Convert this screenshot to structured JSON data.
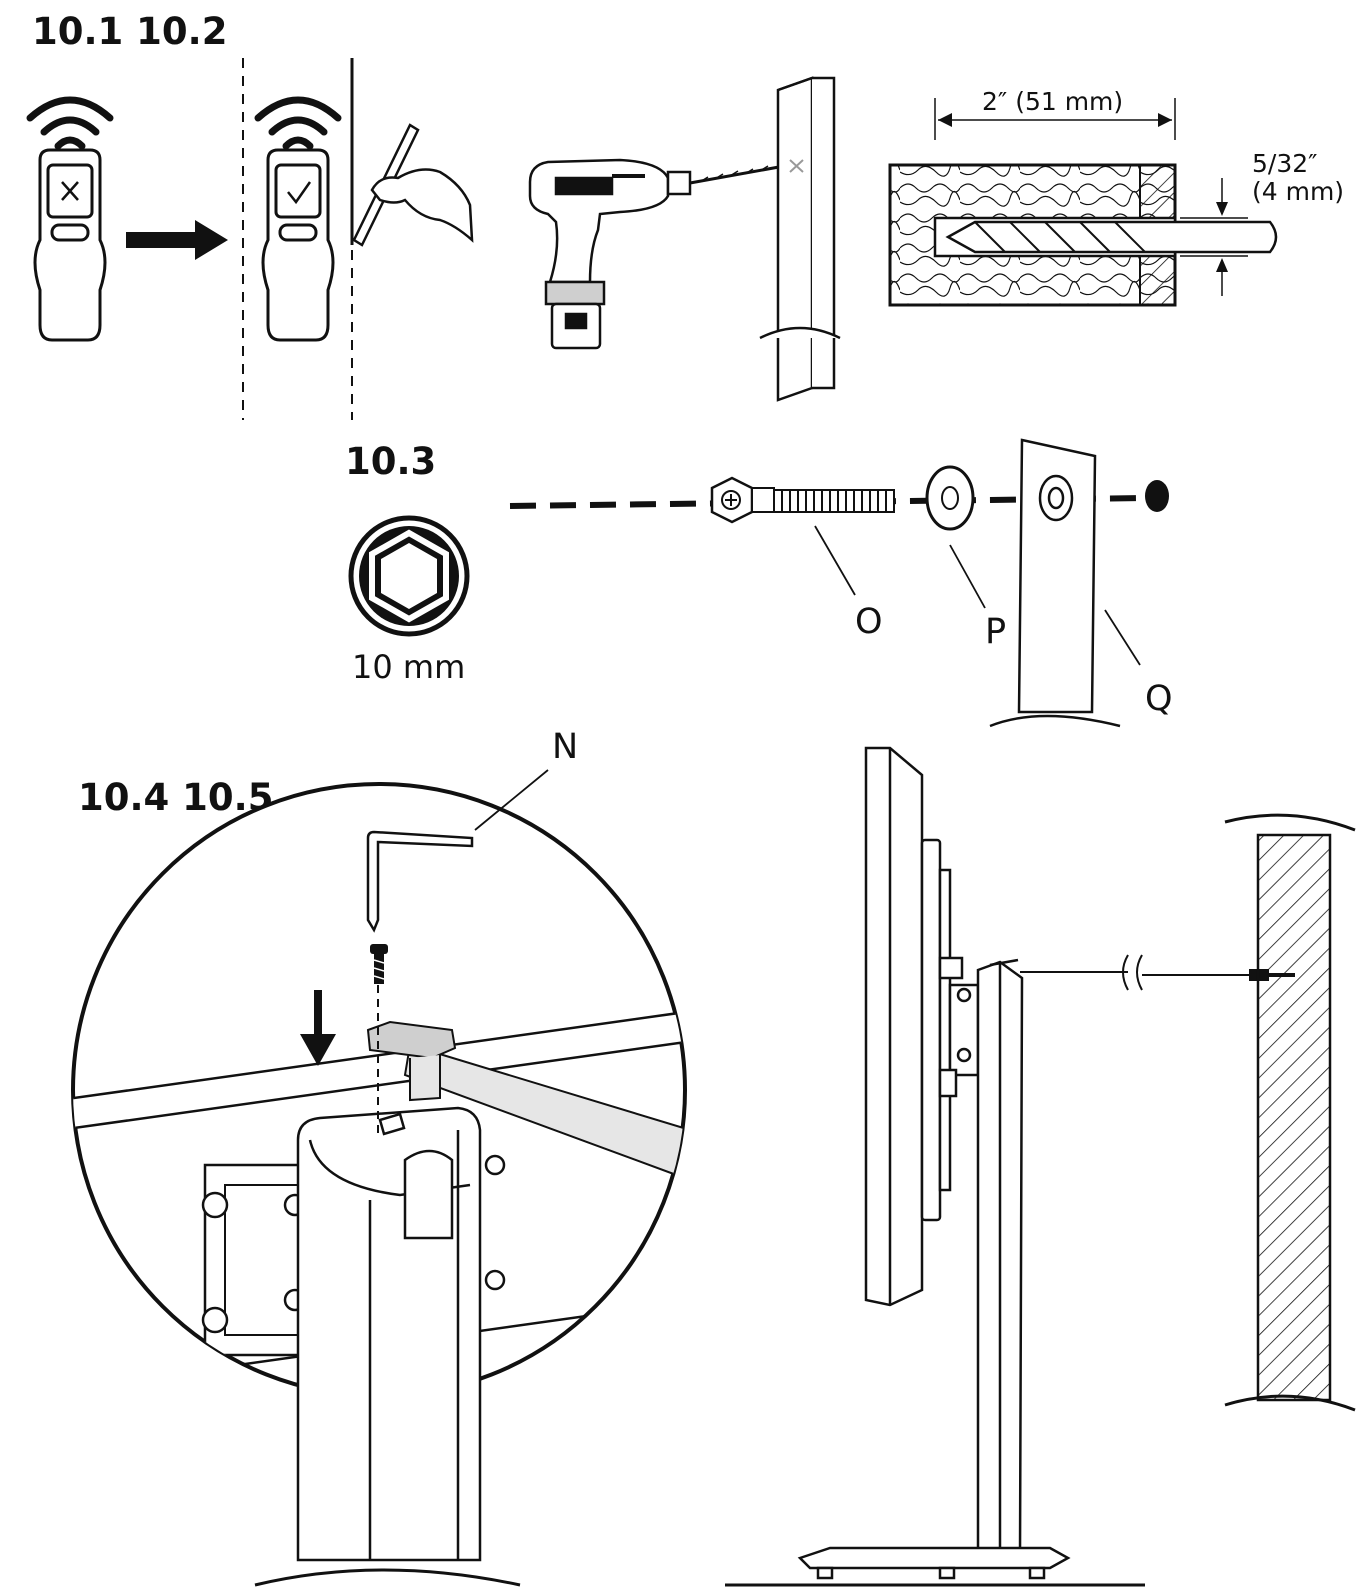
{
  "steps": {
    "s1": "10.1 10.2",
    "s2": "10.3",
    "s3": "10.4 10.5"
  },
  "dimensions": {
    "depth": "2″ (51 mm)",
    "bit_fraction": "5/32″",
    "bit_metric": "(4 mm)",
    "socket": "10 mm"
  },
  "callouts": {
    "bolt": "O",
    "washer": "P",
    "stud": "Q",
    "strap": "N"
  },
  "colors": {
    "ink": "#111111",
    "fill_light": "#e6e6e6",
    "fill_mid": "#cfcfcf"
  },
  "icons": [
    "stud-finder-icon",
    "wifi-signal-icon",
    "pencil-hand-icon",
    "drill-icon",
    "hex-socket-icon",
    "allen-key-icon",
    "screw-icon",
    "arrow-down-icon"
  ]
}
